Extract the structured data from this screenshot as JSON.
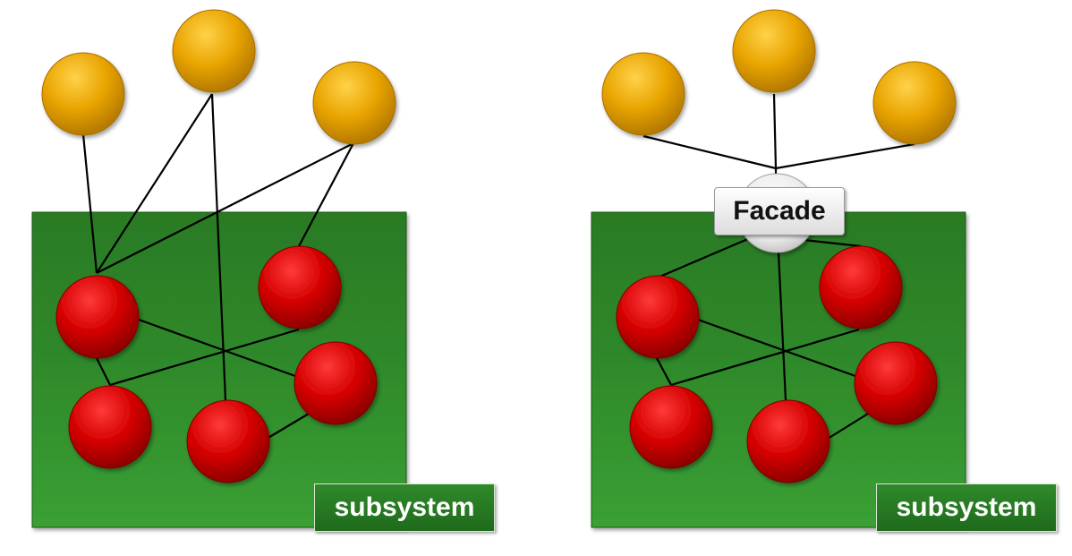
{
  "colors": {
    "client": "#e8a400",
    "component": "#d40000",
    "subsystem": "#2f7d2a",
    "facade": "#e6e6e6",
    "line": "#000000"
  },
  "left_diagram": {
    "subsystem_label": "subsystem"
  },
  "right_diagram": {
    "subsystem_label": "subsystem",
    "facade_label": "Facade"
  }
}
